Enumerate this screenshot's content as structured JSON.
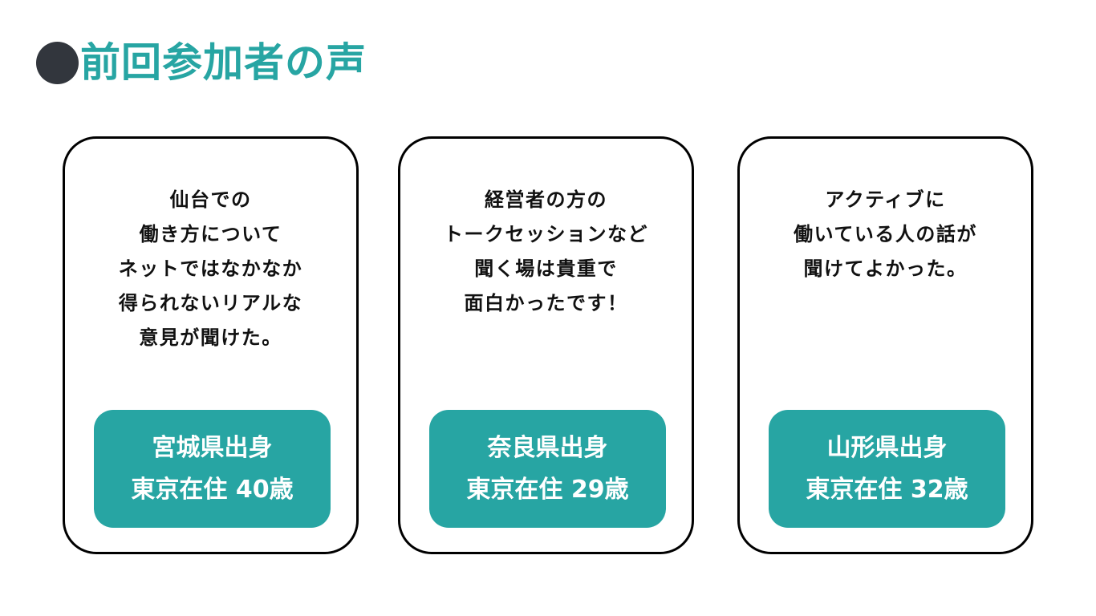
{
  "title": "前回参加者の声",
  "colors": {
    "accent": "#27a5a3",
    "bullet": "#32363d"
  },
  "cards": [
    {
      "quote": [
        "仙台での",
        "働き方について",
        "ネットではなかなか",
        "得られないリアルな",
        "意見が聞けた。"
      ],
      "origin": "宮城県出身",
      "profile": "東京在住 40歳"
    },
    {
      "quote": [
        "経営者の方の",
        "トークセッションなど",
        "聞く場は貴重で",
        "面白かったです！"
      ],
      "origin": "奈良県出身",
      "profile": "東京在住 29歳"
    },
    {
      "quote": [
        "アクティブに",
        "働いている人の話が",
        "聞けてよかった。"
      ],
      "origin": "山形県出身",
      "profile": "東京在住 32歳"
    }
  ]
}
